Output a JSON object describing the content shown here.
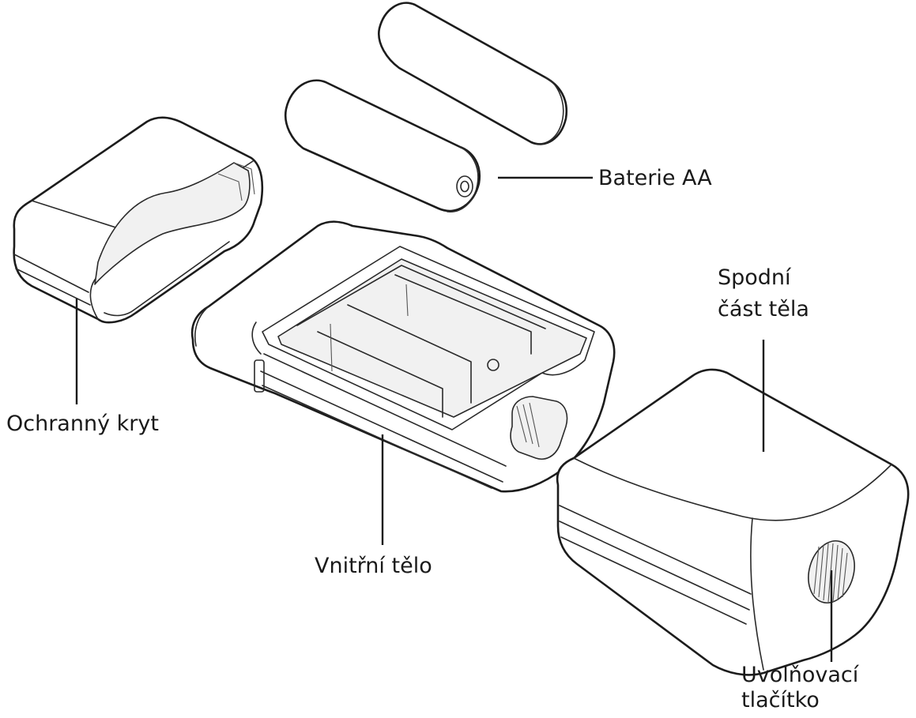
{
  "labels": {
    "batteries": "Baterie AA",
    "bottom_body_line1": "Spodní",
    "bottom_body_line2": "část těla",
    "protective_cover": "Ochranný kryt",
    "inner_body": "Vnitřní tělo",
    "release_button_line1": "Uvolňovací",
    "release_button_line2": "tlačítko"
  },
  "colors": {
    "line": "#1a1a1a",
    "fill": "#ffffff",
    "shade": "#f1f1f1"
  }
}
